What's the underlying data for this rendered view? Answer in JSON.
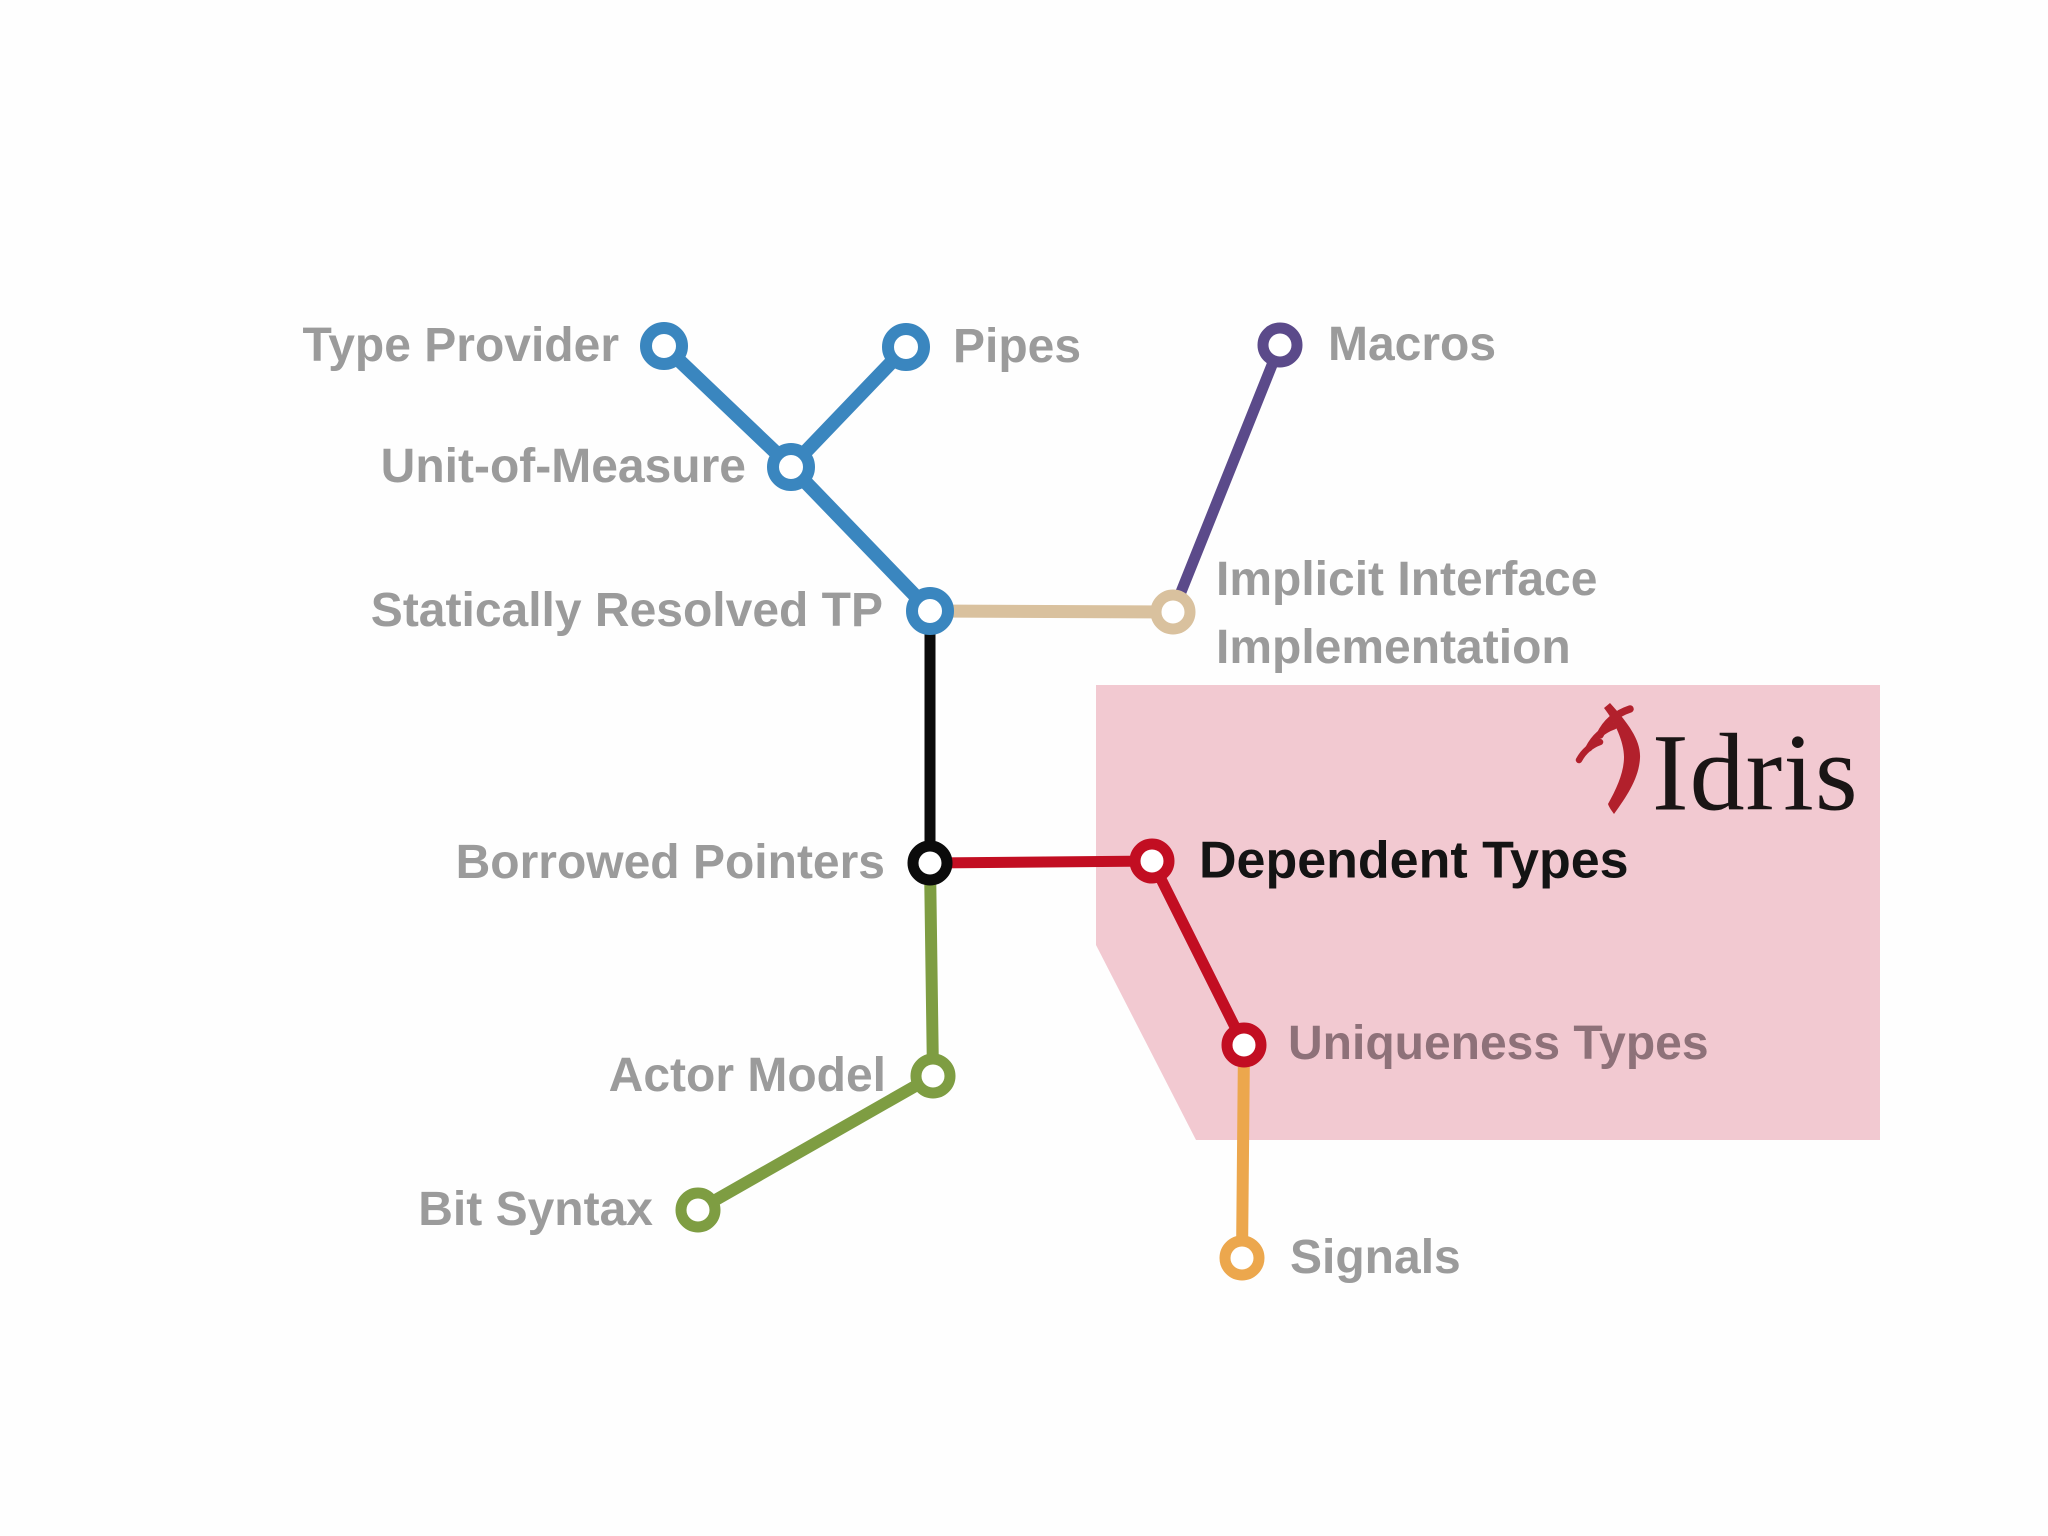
{
  "diagram": {
    "kind": "feature-metro-map",
    "highlighted_language": "Idris",
    "nodes": [
      {
        "id": "type-provider",
        "label": "Type Provider",
        "line": "blue"
      },
      {
        "id": "pipes",
        "label": "Pipes",
        "line": "blue"
      },
      {
        "id": "macros",
        "label": "Macros",
        "line": "purple"
      },
      {
        "id": "unit-of-measure",
        "label": "Unit-of-Measure",
        "line": "blue"
      },
      {
        "id": "statically-resolved-tp",
        "label": "Statically Resolved TP",
        "line": "blue"
      },
      {
        "id": "implicit-interface-implementation",
        "label": "Implicit Interface Implementation",
        "lines": [
          "Implicit Interface",
          "Implementation"
        ],
        "line": "tan"
      },
      {
        "id": "borrowed-pointers",
        "label": "Borrowed Pointers",
        "line": "black"
      },
      {
        "id": "dependent-types",
        "label": "Dependent Types",
        "line": "red",
        "highlighted": true
      },
      {
        "id": "uniqueness-types",
        "label": "Uniqueness Types",
        "line": "red"
      },
      {
        "id": "actor-model",
        "label": "Actor Model",
        "line": "green"
      },
      {
        "id": "bit-syntax",
        "label": "Bit Syntax",
        "line": "green"
      },
      {
        "id": "signals",
        "label": "Signals",
        "line": "orange"
      }
    ],
    "edges": [
      {
        "from": "type-provider",
        "to": "unit-of-measure",
        "line": "blue"
      },
      {
        "from": "pipes",
        "to": "unit-of-measure",
        "line": "blue"
      },
      {
        "from": "unit-of-measure",
        "to": "statically-resolved-tp",
        "line": "blue"
      },
      {
        "from": "statically-resolved-tp",
        "to": "implicit-interface-implementation",
        "line": "tan"
      },
      {
        "from": "macros",
        "to": "implicit-interface-implementation",
        "line": "purple"
      },
      {
        "from": "statically-resolved-tp",
        "to": "borrowed-pointers",
        "line": "black"
      },
      {
        "from": "borrowed-pointers",
        "to": "dependent-types",
        "line": "red"
      },
      {
        "from": "dependent-types",
        "to": "uniqueness-types",
        "line": "red"
      },
      {
        "from": "uniqueness-types",
        "to": "signals",
        "line": "orange"
      },
      {
        "from": "borrowed-pointers",
        "to": "actor-model",
        "line": "green"
      },
      {
        "from": "actor-model",
        "to": "bit-syntax",
        "line": "green"
      }
    ],
    "logo": {
      "text": "Idris"
    },
    "colors": {
      "c-blue": "#3a86bf",
      "c-purple": "#5b4a8a",
      "c-tan": "#d9c19e",
      "c-black": "#0b0b0b",
      "c-red": "#c20e22",
      "c-green": "#7e9d42",
      "c-orange": "#eca74d",
      "c-pink": "#f2c9d1",
      "c-idrisred": "#b2202c",
      "c-label": "#9b9b9b",
      "c-mauve": "#8e7179",
      "c-ink": "#141414"
    }
  }
}
